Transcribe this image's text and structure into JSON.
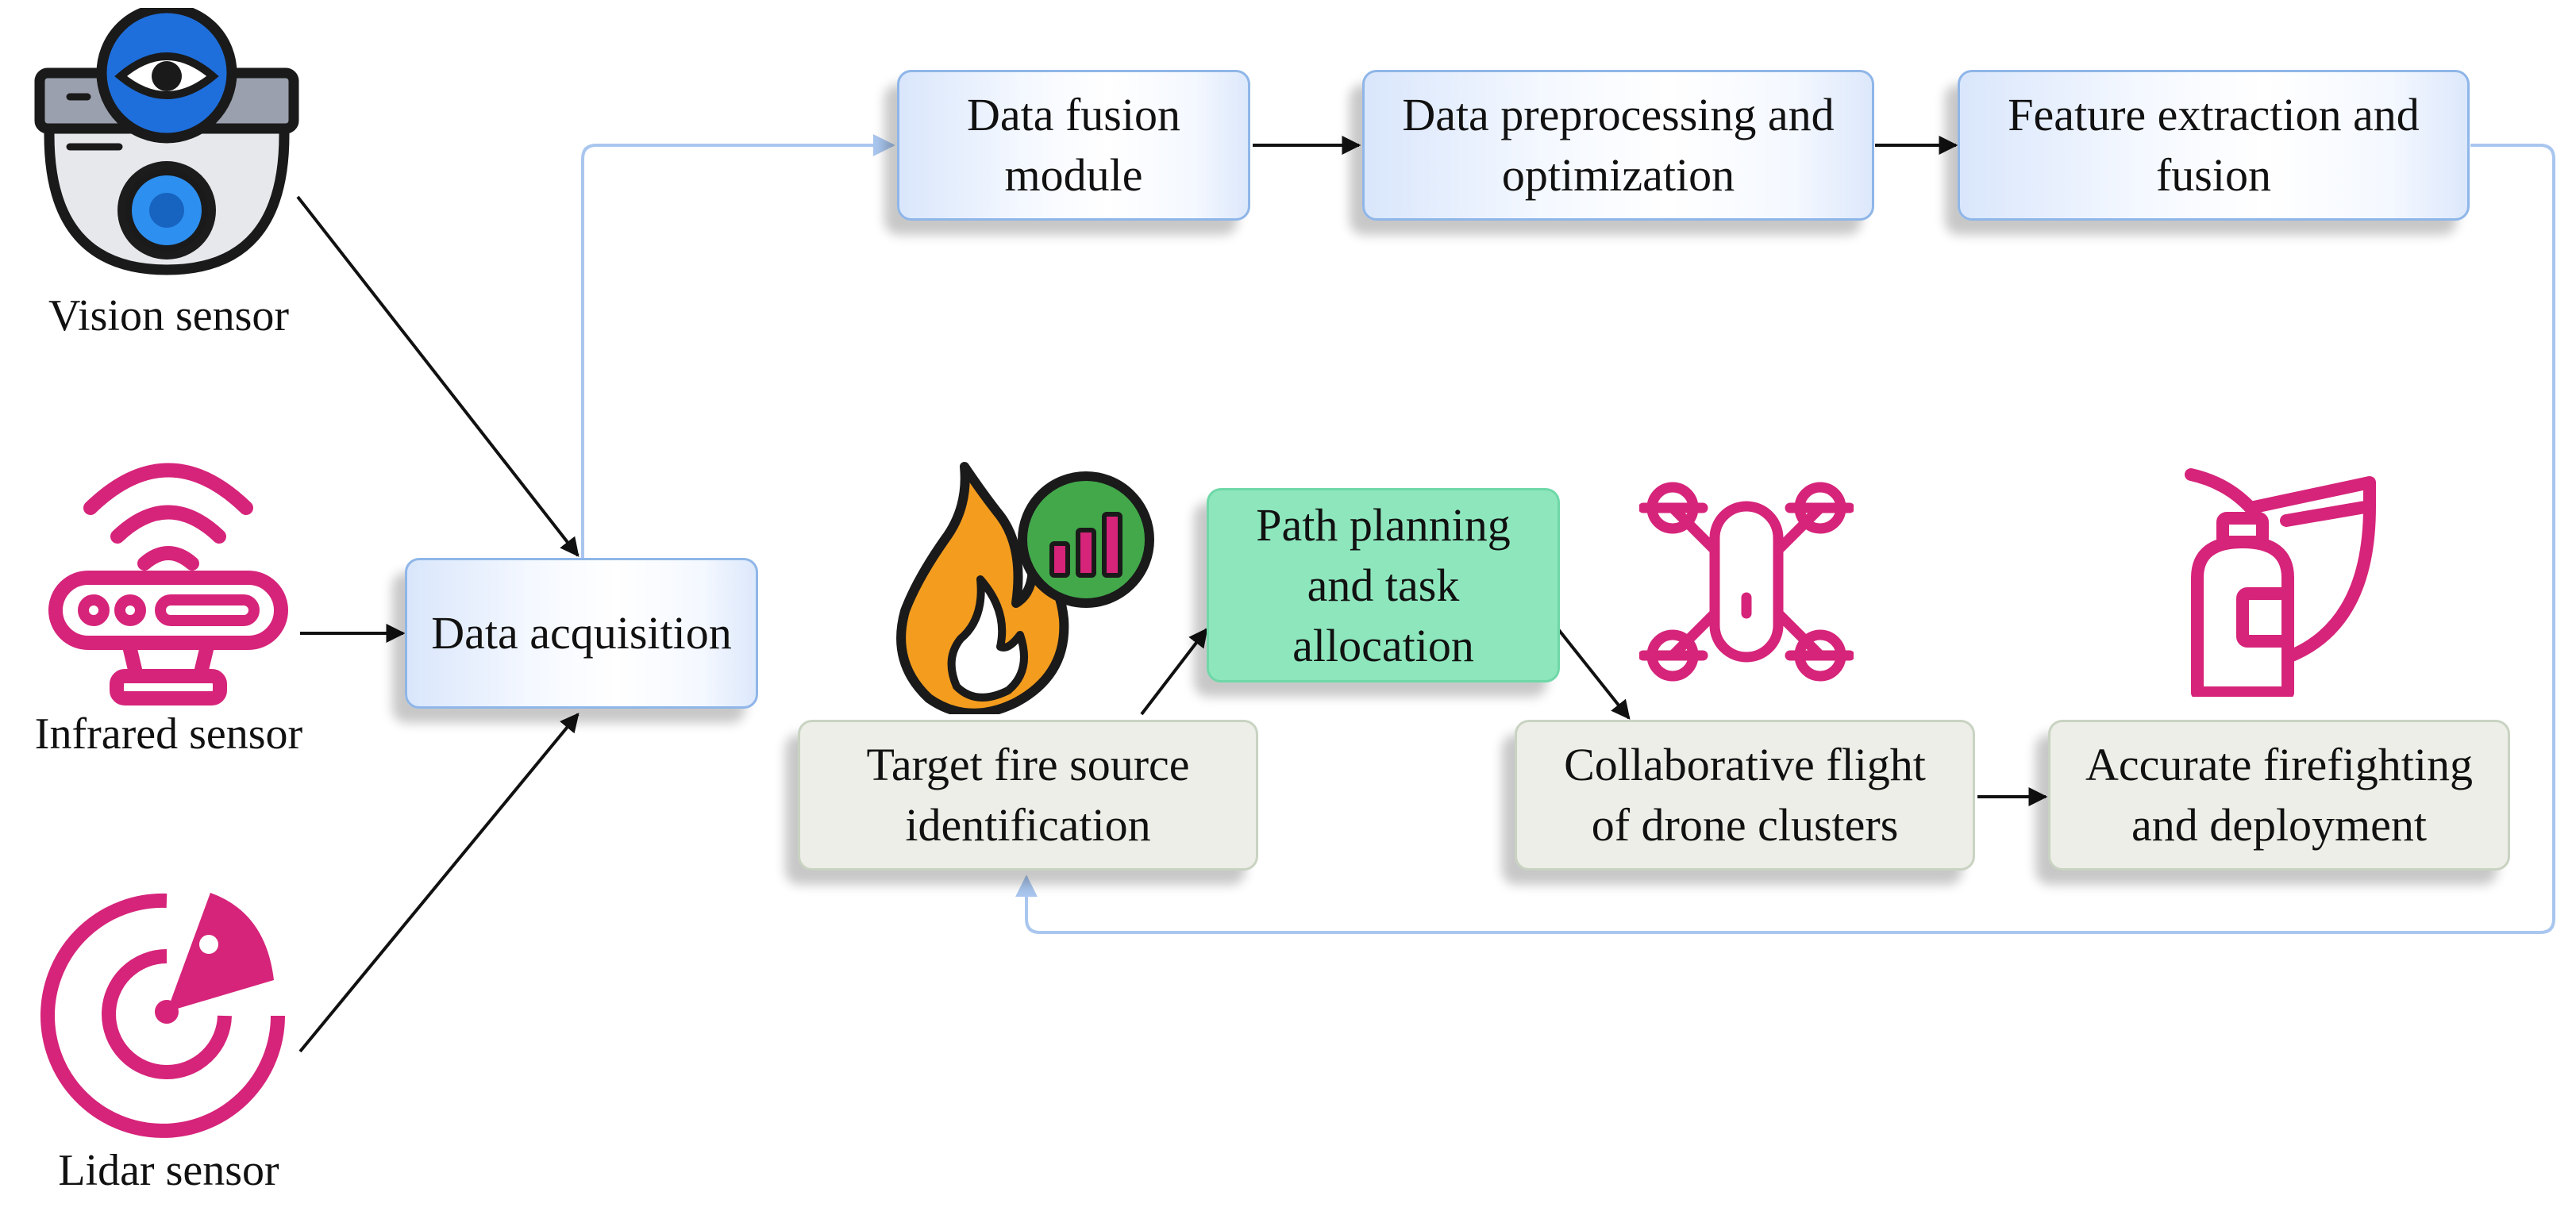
{
  "sensors": {
    "vision": "Vision sensor",
    "infrared": "Infrared sensor",
    "lidar": "Lidar sensor"
  },
  "nodes": {
    "data_acquisition": "Data acquisition",
    "data_fusion": "Data fusion\nmodule",
    "preprocessing": "Data preprocessing and\noptimization",
    "feature_extraction": "Feature extraction and\nfusion",
    "path_planning": "Path planning\nand task\nallocation",
    "target_identification": "Target fire source\nidentification",
    "collaborative_flight": "Collaborative flight\nof drone clusters",
    "firefighting": "Accurate firefighting\nand deployment"
  },
  "icons": [
    "camera-icon",
    "infrared-sensor-icon",
    "lidar-radar-icon",
    "fire-analytics-icon",
    "drone-icon",
    "fire-extinguisher-icon"
  ],
  "colors": {
    "accent_pink": "#d6247a",
    "blue_box_border": "#8fb6e8",
    "green_box": "#8ee6bd",
    "gray_box": "#eceee7",
    "connector_blue": "#a9c6ee"
  }
}
